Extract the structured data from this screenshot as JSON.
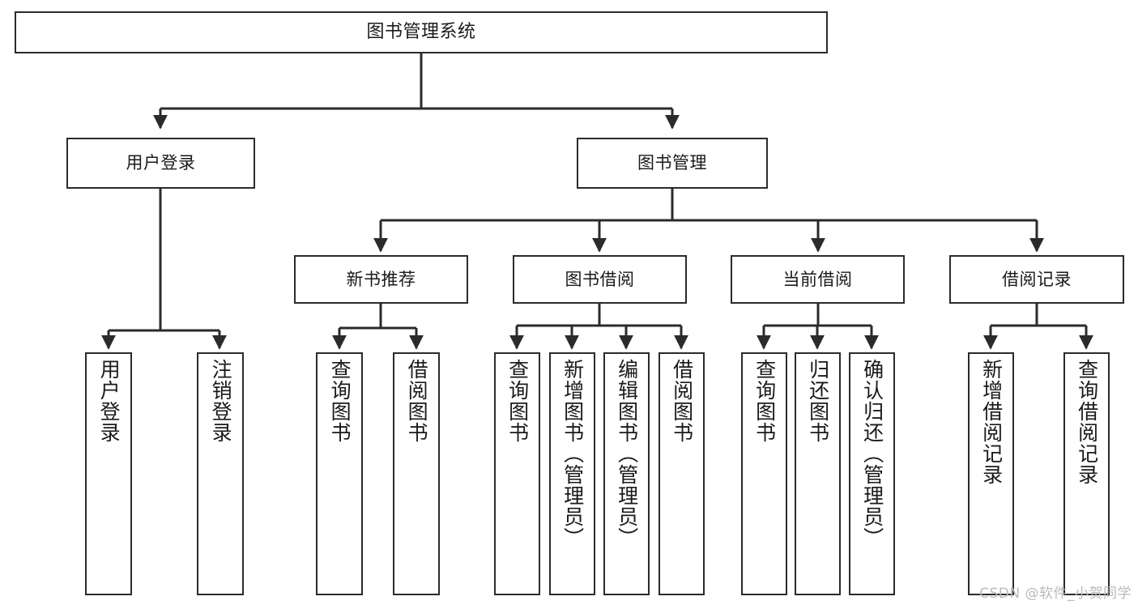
{
  "diagram": {
    "title": "图书管理系统",
    "type": "tree",
    "watermark": "CSDN @软件_小贺同学",
    "line_color": "#2b2b2b",
    "box_fill": "#ffffff",
    "text_color": "#1a1a1a"
  },
  "nodes": {
    "root": {
      "label": "图书管理系统"
    },
    "level2": [
      {
        "id": "user-login",
        "label": "用户登录"
      },
      {
        "id": "book-manage",
        "label": "图书管理"
      }
    ],
    "level3": [
      {
        "id": "new-book-rec",
        "label": "新书推荐"
      },
      {
        "id": "book-borrow",
        "label": "图书借阅"
      },
      {
        "id": "current-borrow",
        "label": "当前借阅"
      },
      {
        "id": "borrow-record",
        "label": "借阅记录"
      }
    ],
    "leaves": {
      "user_login": [
        {
          "id": "leaf-user-login",
          "label": "用户登录"
        },
        {
          "id": "leaf-logout",
          "label": "注销登录"
        }
      ],
      "new_book_rec": [
        {
          "id": "leaf-query-book-1",
          "label": "查询图书"
        },
        {
          "id": "leaf-borrow-book-1",
          "label": "借阅图书"
        }
      ],
      "book_borrow": [
        {
          "id": "leaf-query-book-2",
          "label": "查询图书"
        },
        {
          "id": "leaf-add-book",
          "label": "新增图书（管理员）"
        },
        {
          "id": "leaf-edit-book",
          "label": "编辑图书（管理员）"
        },
        {
          "id": "leaf-borrow-book-2",
          "label": "借阅图书"
        }
      ],
      "current_borrow": [
        {
          "id": "leaf-query-book-3",
          "label": "查询图书"
        },
        {
          "id": "leaf-return-book",
          "label": "归还图书"
        },
        {
          "id": "leaf-confirm-return",
          "label": "确认归还（管理员）"
        }
      ],
      "borrow_record": [
        {
          "id": "leaf-add-record",
          "label": "新增借阅记录"
        },
        {
          "id": "leaf-query-record",
          "label": "查询借阅记录"
        }
      ]
    }
  }
}
